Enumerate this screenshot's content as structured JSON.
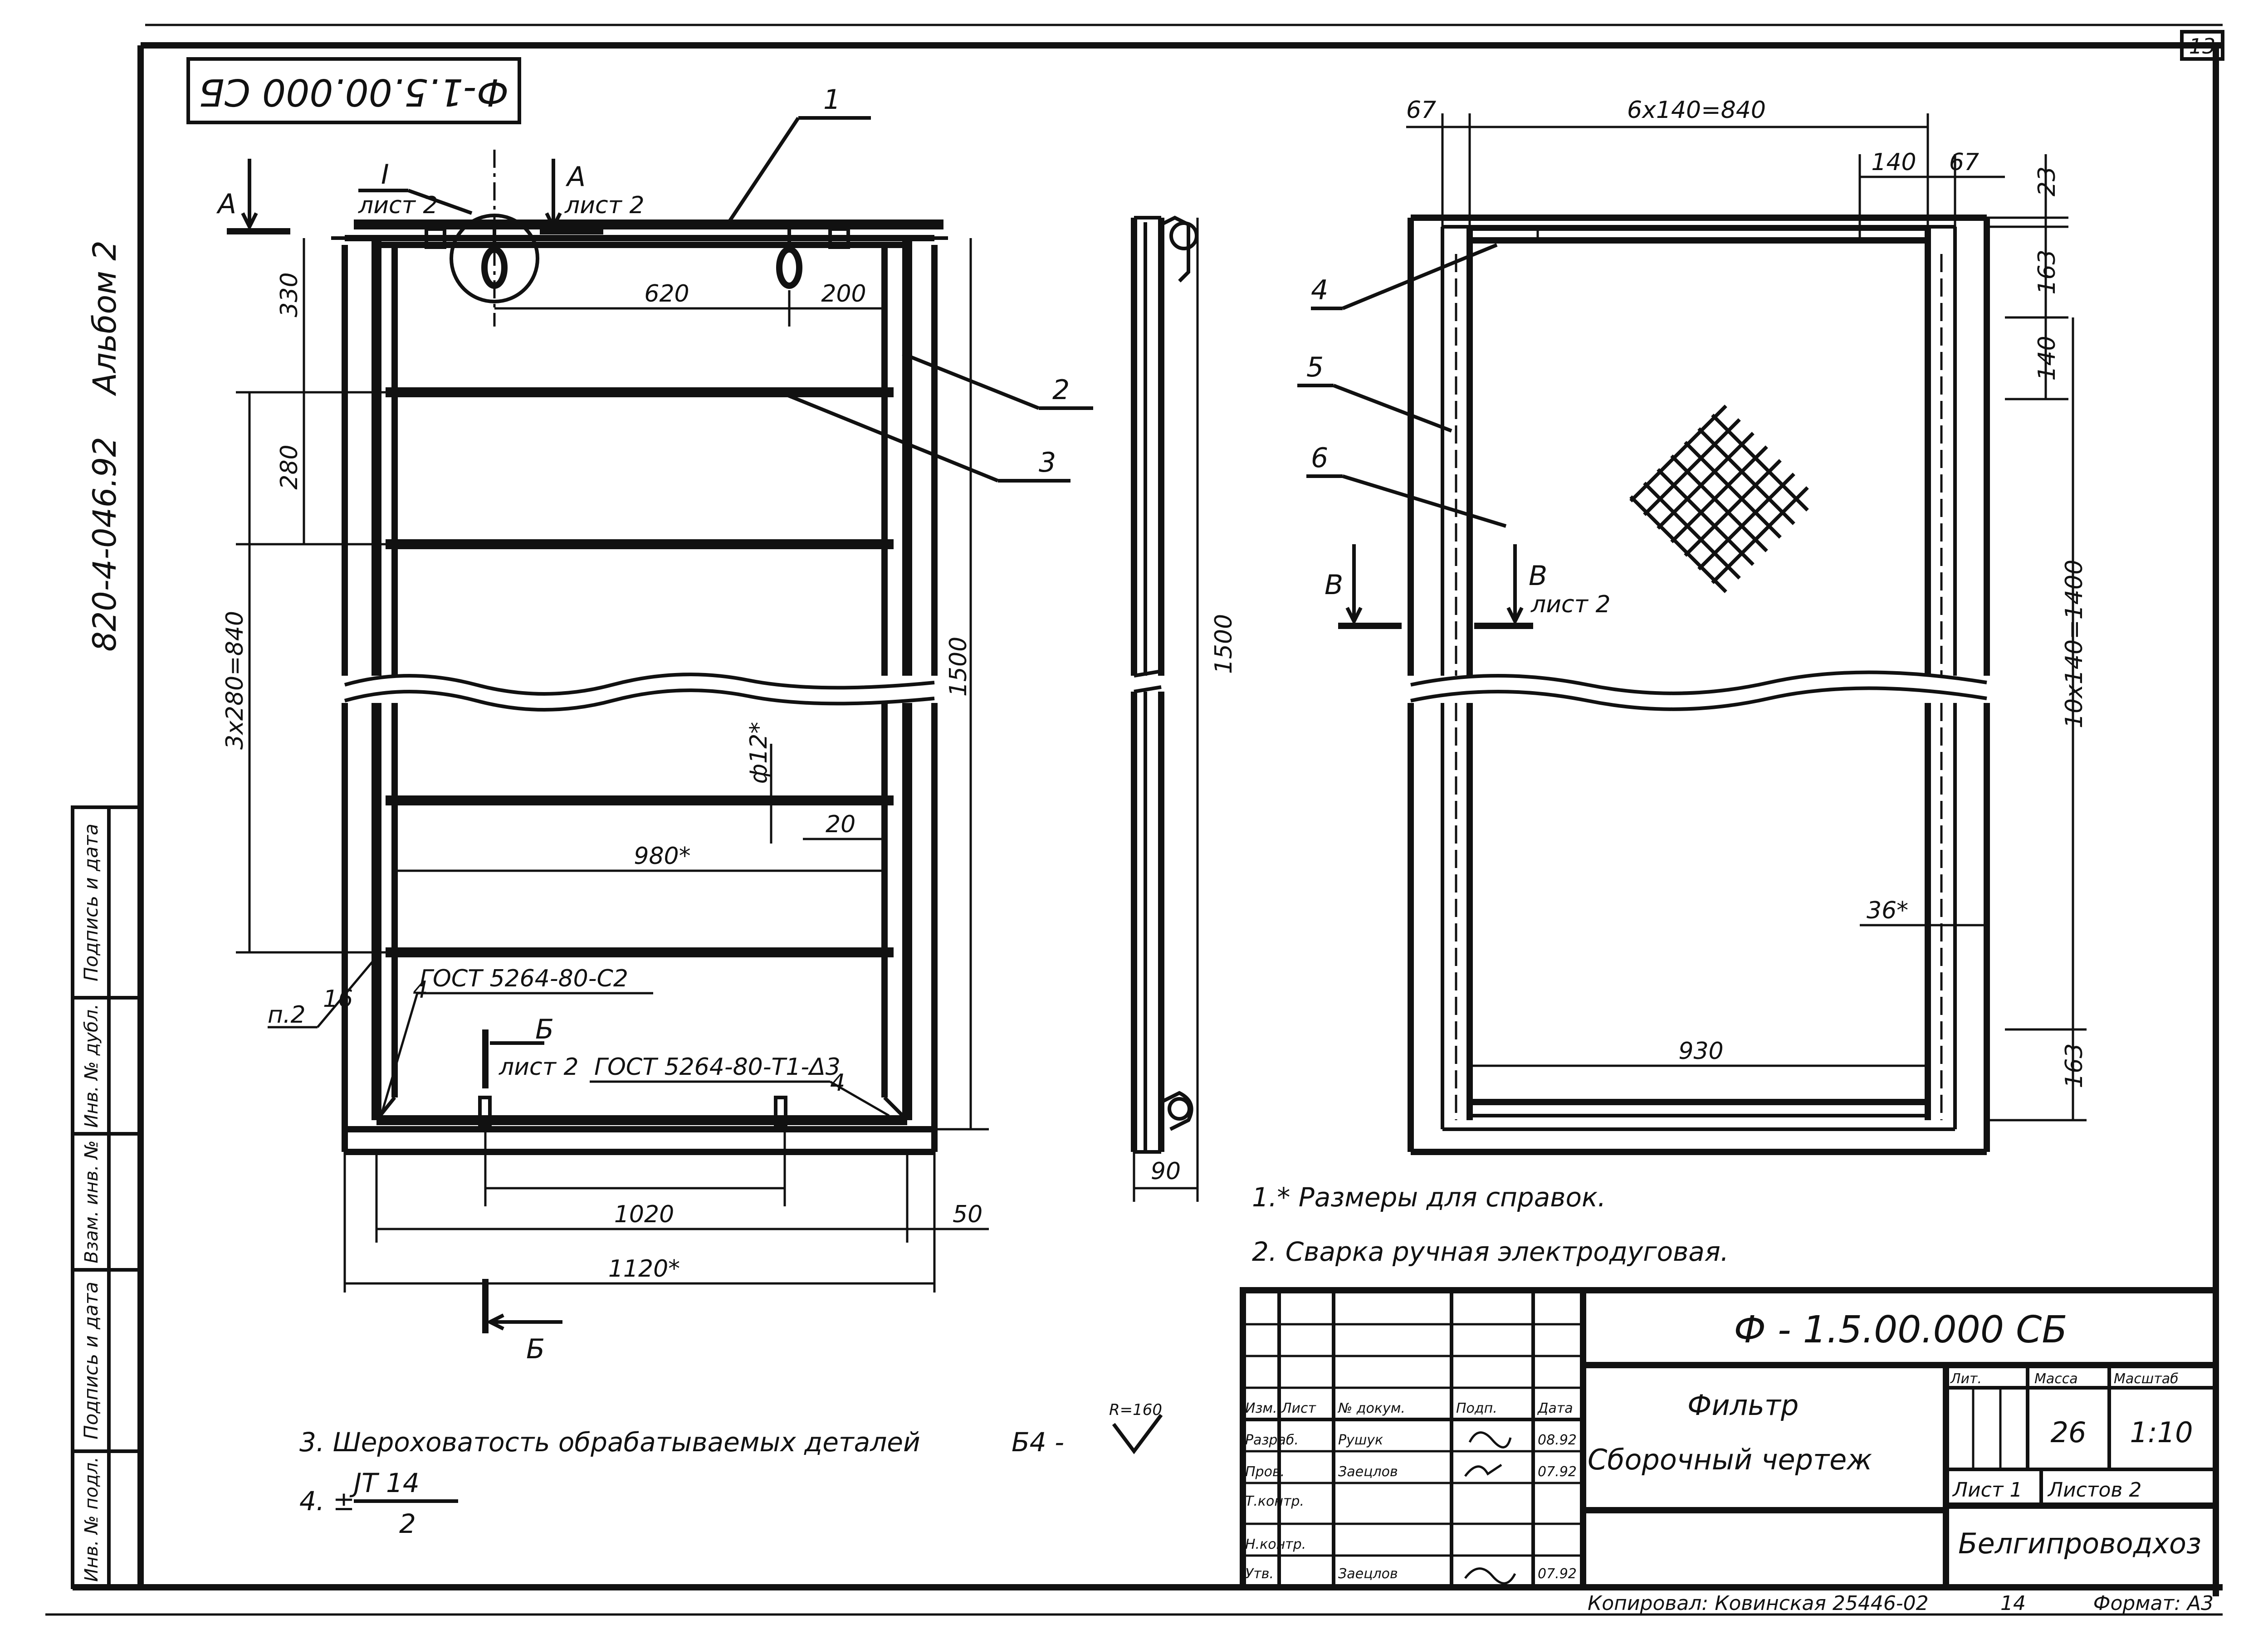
{
  "stamp": {
    "code_mirrored": "Ф-1.5.00.000 СБ"
  },
  "sheet_number": "13",
  "side": {
    "album": "Альбом 2",
    "series": "820-4-046.92"
  },
  "left_strip": [
    "Подпись и дата",
    "Инв. № дубл.",
    "Взам. инв. №",
    "Подпись и дата",
    "Инв. № подл."
  ],
  "front_view": {
    "section_a": {
      "letter": "А",
      "ref": "лист 2"
    },
    "detail_i": {
      "letter": "I",
      "ref": "лист 2"
    },
    "dims": {
      "d620": "620",
      "d200": "200",
      "d330": "330",
      "d280": "280",
      "d3x280": "3х280=840",
      "d1500": "1500",
      "d12": "ф12*",
      "d20": "20",
      "d980": "980*",
      "d1020": "1020",
      "d50": "50",
      "d1120": "1120*"
    },
    "positions": {
      "p1": "1",
      "p2": "2",
      "p3": "3",
      "p4a": "4",
      "p4b": "4"
    },
    "weld_1": "ГОСТ 5264-80-С2",
    "weld_2": "ГОСТ 5264-80-Т1-Δ3",
    "weld_leg": "16",
    "note_ref": "п.2",
    "section_b": {
      "letter": "Б",
      "ref": "лист 2"
    }
  },
  "side_view": {
    "d1500": "1500",
    "d90": "90"
  },
  "plan_view": {
    "dims": {
      "d67a": "67",
      "d6x140": "6х140=840",
      "d140a": "140",
      "d67b": "67",
      "d23": "23",
      "d163a": "163",
      "d140b": "140",
      "d10x140": "10х140=1400",
      "d36": "36*",
      "d930": "930",
      "d163b": "163"
    },
    "positions": {
      "p4": "4",
      "p5": "5",
      "p6": "6"
    },
    "section_v": {
      "letter": "В",
      "ref": "лист 2"
    }
  },
  "notes": [
    "1.* Размеры для справок.",
    "2. Сварка ручная электродуговая.",
    "3. Шероховатость обрабатываемых деталей",
    "Б4 -",
    "R=160",
    "4. ±",
    "JT 14",
    "2"
  ],
  "title_block": {
    "designation": "Ф - 1.5.00.000 СБ",
    "name": "Фильтр",
    "doc_type": "Сборочный чертеж",
    "headers": {
      "izm": "Изм.",
      "list": "Лист",
      "doc": "№ докум.",
      "sign": "Подп.",
      "date": "Дата"
    },
    "roles": [
      {
        "role": "Разраб.",
        "name": "Рушук",
        "date": "08.92"
      },
      {
        "role": "Пров.",
        "name": "Заецлов",
        "date": "07.92"
      },
      {
        "role": "Т.контр.",
        "name": "",
        "date": ""
      },
      {
        "role": "Н.контр.",
        "name": "",
        "date": ""
      },
      {
        "role": "Утв.",
        "name": "Заецлов",
        "date": "07.92"
      }
    ],
    "lit_label": "Лит.",
    "mass_label": "Масса",
    "scale_label": "Масштаб",
    "mass": "26",
    "scale": "1:10",
    "sheet": "Лист 1",
    "sheets": "Листов 2",
    "org": "Белгипроводхоз"
  },
  "footer": {
    "copied": "Копировал: Ковинская 25446-02",
    "page": "14",
    "format": "Формат: А3"
  }
}
